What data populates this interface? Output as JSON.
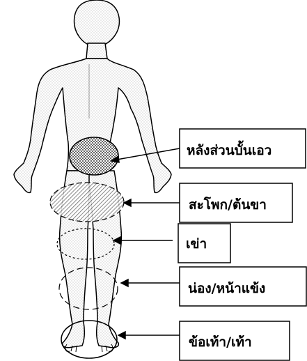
{
  "labels": {
    "lower_back": "หลังส่วนบั้นเอว",
    "hip_thigh": "สะโพก/ต้นขา",
    "knee": "เข่า",
    "calf_shin": "น่อง/หน้าแข้ง",
    "ankle_foot": "ข้อเท้า/เท้า"
  },
  "colors": {
    "ink": "#000000",
    "background": "#ffffff",
    "skin_stipple": "#bdbdbd",
    "hatch": "#555555"
  }
}
